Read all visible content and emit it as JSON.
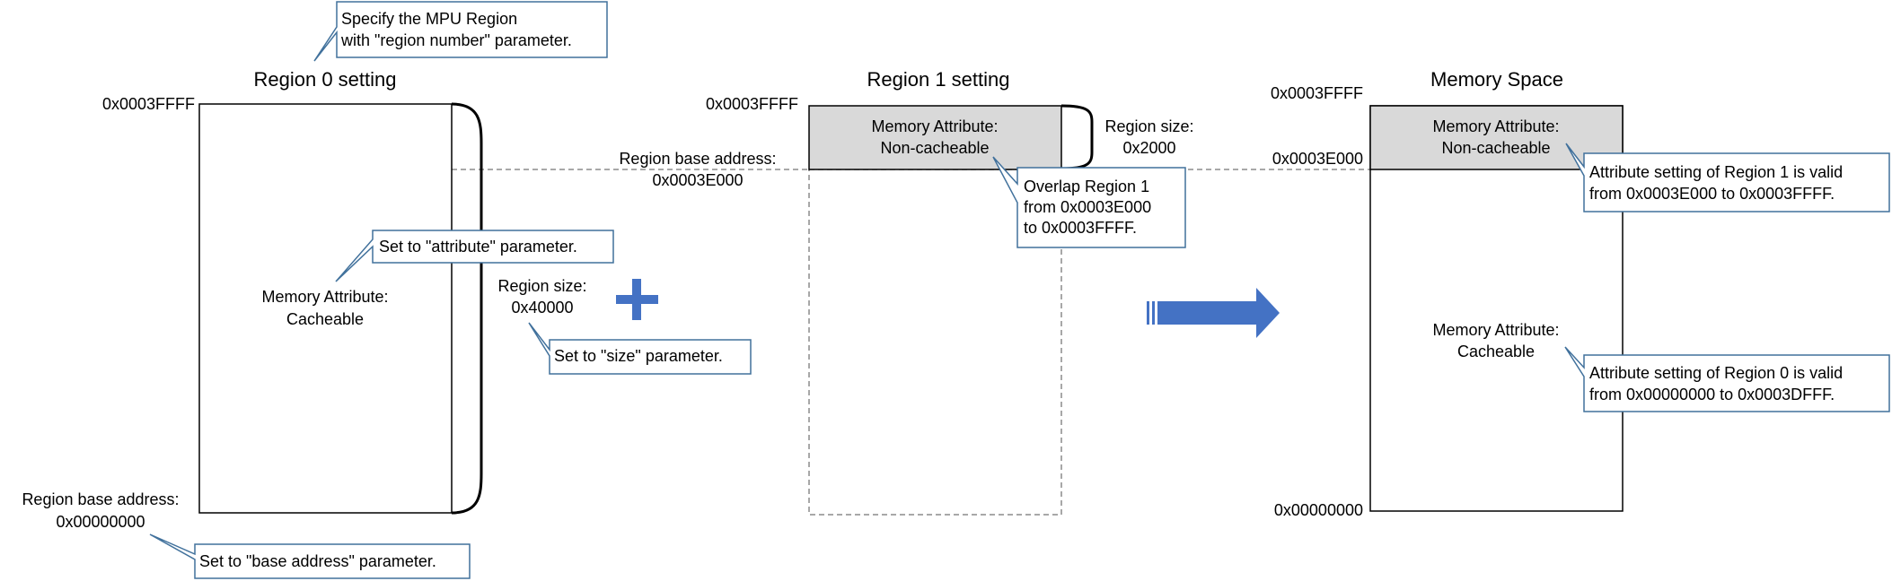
{
  "region0": {
    "title": "Region 0 setting",
    "top_address": "0x0003FFFF",
    "base_label": "Region base address:",
    "base_value": "0x00000000",
    "attr_label": "Memory Attribute:",
    "attr_value": "Cacheable",
    "size_label": "Region size:",
    "size_value": "0x40000"
  },
  "region1": {
    "title": "Region 1 setting",
    "top_address": "0x0003FFFF",
    "base_label": "Region base address:",
    "base_value": "0x0003E000",
    "attr_label": "Memory Attribute:",
    "attr_value": "Non-cacheable",
    "size_label": "Region size:",
    "size_value": "0x2000"
  },
  "memory_space": {
    "title": "Memory Space",
    "top_address": "0x0003FFFF",
    "mid_address": "0x0003E000",
    "bottom_address": "0x00000000",
    "upper_attr_label": "Memory Attribute:",
    "upper_attr_value": "Non-cacheable",
    "lower_attr_label": "Memory Attribute:",
    "lower_attr_value": "Cacheable"
  },
  "callouts": {
    "mpu_region": [
      "Specify the MPU Region",
      "with \"region number\" parameter."
    ],
    "attribute": [
      "Set to \"attribute\" parameter."
    ],
    "size": [
      "Set to \"size\" parameter."
    ],
    "base": [
      "Set to \"base address\" parameter."
    ],
    "overlap": [
      "Overlap Region 1",
      "from 0x0003E000",
      "to 0x0003FFFF."
    ],
    "valid1": [
      "Attribute setting of Region 1 is valid",
      "from 0x0003E000 to 0x0003FFFF."
    ],
    "valid0": [
      "Attribute setting of Region 0 is valid",
      "from 0x00000000 to 0x0003DFFF."
    ]
  },
  "colors": {
    "callout_border": "#41719c",
    "shade": "#d9d9d9",
    "accent": "#4472c4"
  }
}
